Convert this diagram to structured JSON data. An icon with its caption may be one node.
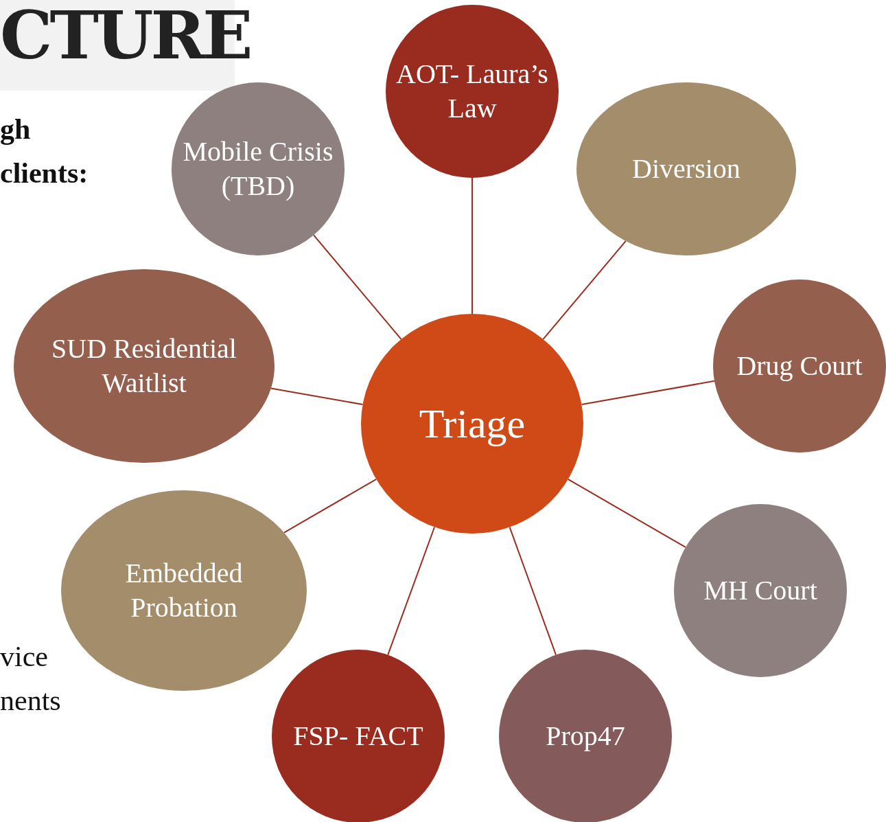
{
  "diagram": {
    "title": "CTURE",
    "nodes": [
      {
        "text": [
          "Triage"
        ]
      },
      {
        "text": [
          "AOT- Laura’s Law"
        ]
      },
      {
        "text": [
          "Diversion"
        ]
      },
      {
        "text": [
          "Drug Court"
        ]
      },
      {
        "text": [
          "MH Court"
        ]
      },
      {
        "text": [
          "Prop47"
        ]
      },
      {
        "text": [
          "FSP- FACT"
        ]
      },
      {
        "text": [
          "Embedded Probation"
        ]
      },
      {
        "text": [
          "SUD Residential Waitlist"
        ]
      },
      {
        "text": [
          "Mobile Crisis (TBD)"
        ]
      }
    ],
    "edges": [
      {
        "from": 0,
        "to": 1,
        "arrow": "none"
      },
      {
        "from": 0,
        "to": 2,
        "arrow": "none"
      },
      {
        "from": 0,
        "to": 3,
        "arrow": "none"
      },
      {
        "from": 0,
        "to": 4,
        "arrow": "none"
      },
      {
        "from": 0,
        "to": 5,
        "arrow": "none"
      },
      {
        "from": 0,
        "to": 6,
        "arrow": "none"
      },
      {
        "from": 0,
        "to": 7,
        "arrow": "none"
      },
      {
        "from": 0,
        "to": 8,
        "arrow": "none"
      },
      {
        "from": 0,
        "to": 9,
        "arrow": "none"
      }
    ],
    "labels": [
      "gh clients:",
      "vice nents"
    ]
  }
}
